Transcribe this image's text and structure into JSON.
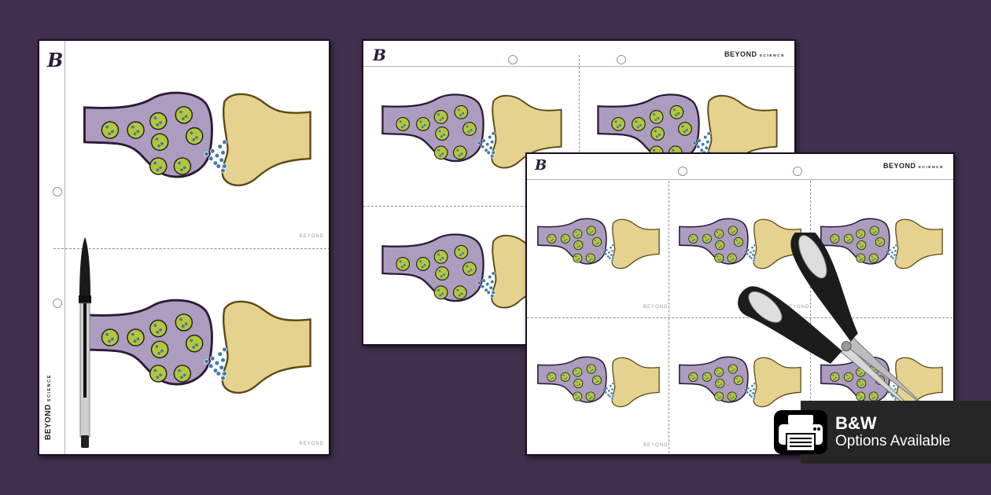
{
  "background_color": "#40304d",
  "colors": {
    "presynaptic_fill": "#ac9cbf",
    "presynaptic_stroke": "#2c1a36",
    "postsynaptic_fill": "#e5d28f",
    "postsynaptic_stroke": "#5b4a14",
    "vesicle_fill": "#b5c63a",
    "neurotransmitter": "#3e7bb0"
  },
  "logo_glyph": "B",
  "brand": {
    "name": "BEYOND",
    "sub": "SCIENCE",
    "footer_tag": "BEYOND"
  },
  "sheets": [
    {
      "id": "sheet-large-2up",
      "layout": "2 synapses per page, vertical"
    },
    {
      "id": "sheet-medium-4up",
      "layout": "4 synapses per page"
    },
    {
      "id": "sheet-small-6up",
      "layout": "6 synapses per page"
    }
  ],
  "props": {
    "pen": "pen-icon",
    "scissors": "scissors-icon"
  },
  "badge": {
    "icon": "printer-icon",
    "title": "B&W",
    "subtitle": "Options Available"
  }
}
